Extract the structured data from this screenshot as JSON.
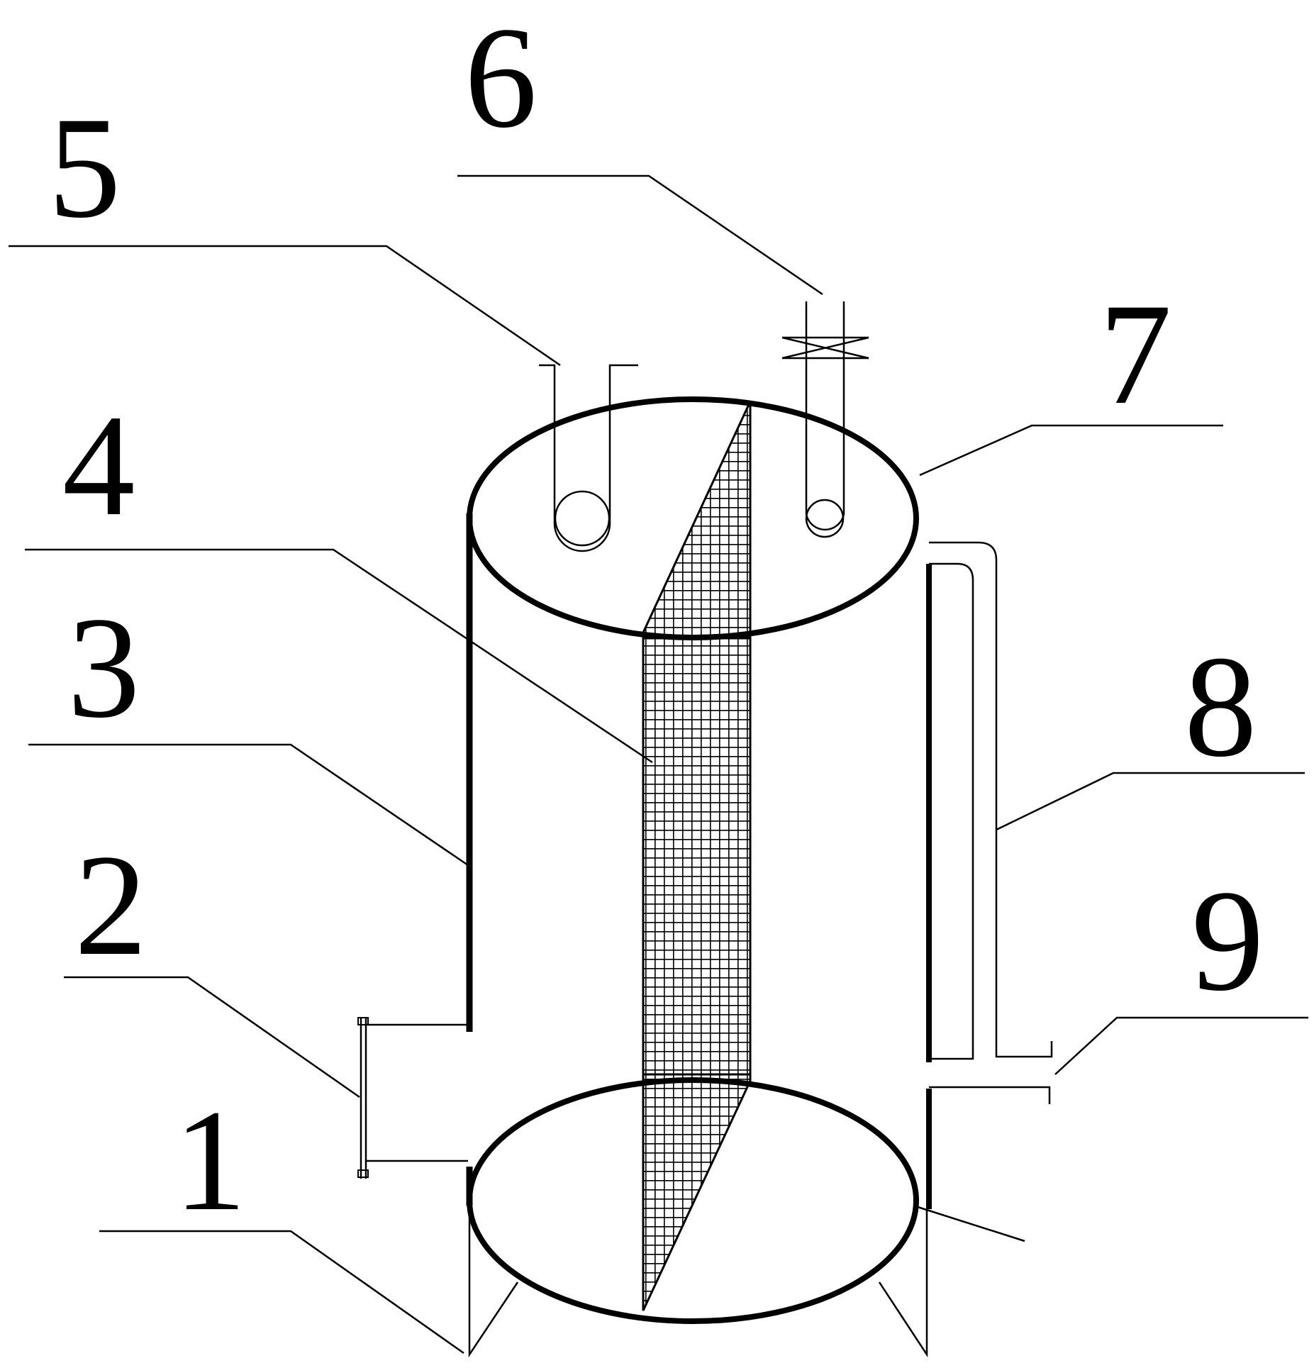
{
  "diagram": {
    "labels": {
      "l1": "1",
      "l2": "2",
      "l3": "3",
      "l4": "4",
      "l5": "5",
      "l6": "6",
      "l7": "7",
      "l8": "8",
      "l9": "9"
    },
    "colors": {
      "ink": "#000000",
      "paper": "#ffffff"
    }
  }
}
